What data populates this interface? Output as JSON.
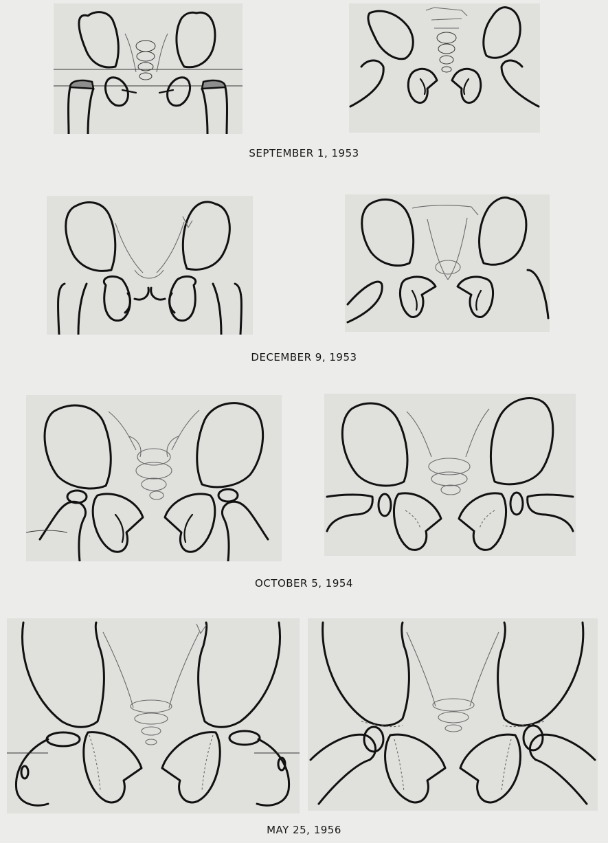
{
  "captions": {
    "row1": "SEPTEMBER 1, 1953",
    "row2": "DECEMBER 9, 1953",
    "row3": "OCTOBER 5, 1954",
    "row4": "MAY 25, 1956"
  }
}
